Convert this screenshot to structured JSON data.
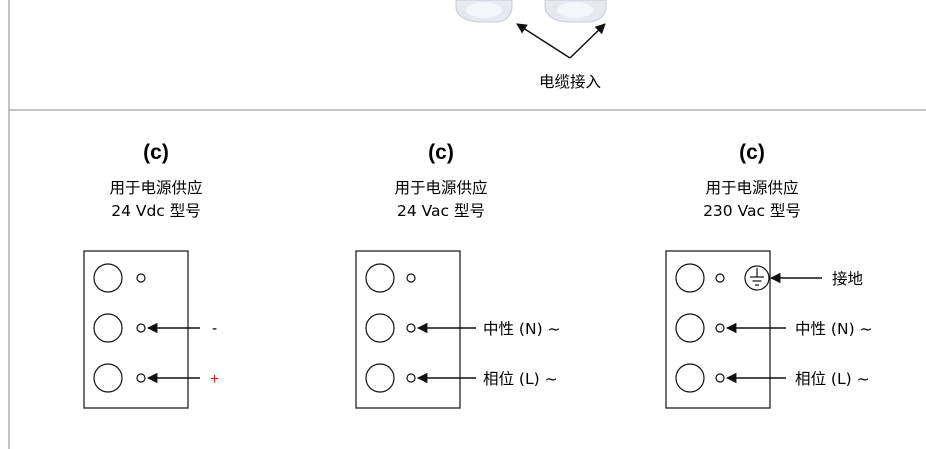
{
  "top_section": {
    "cable_entry_label": "电缆接入"
  },
  "panels": [
    {
      "heading": "(c)",
      "caption_line1": "用于电源供应",
      "caption_line2": "24 Vdc  型号",
      "terminal_labels": [
        "",
        "-",
        "+"
      ],
      "label_colors": [
        "#111111",
        "#111111",
        "#e02020"
      ],
      "has_ground_symbol": false
    },
    {
      "heading": "(c)",
      "caption_line1": "用于电源供应",
      "caption_line2": "24 Vac  型号",
      "terminal_labels": [
        "",
        "中性  (N) ~",
        "相位  (L) ~"
      ],
      "label_colors": [
        "#111111",
        "#111111",
        "#111111"
      ],
      "has_ground_symbol": false
    },
    {
      "heading": "(c)",
      "caption_line1": "用于电源供应",
      "caption_line2": "230 Vac  型号",
      "terminal_labels": [
        "接地",
        "中性  (N) ~",
        "相位  (L) ~"
      ],
      "label_colors": [
        "#111111",
        "#111111",
        "#111111"
      ],
      "has_ground_symbol": true
    }
  ],
  "colors": {
    "line": "#111111",
    "divider": "#8a8a8a",
    "plus_sign": "#e02020",
    "gland": "#e6e9ef"
  },
  "icons": [
    "cable-gland-icon",
    "ground-symbol-icon",
    "arrow-icon"
  ]
}
